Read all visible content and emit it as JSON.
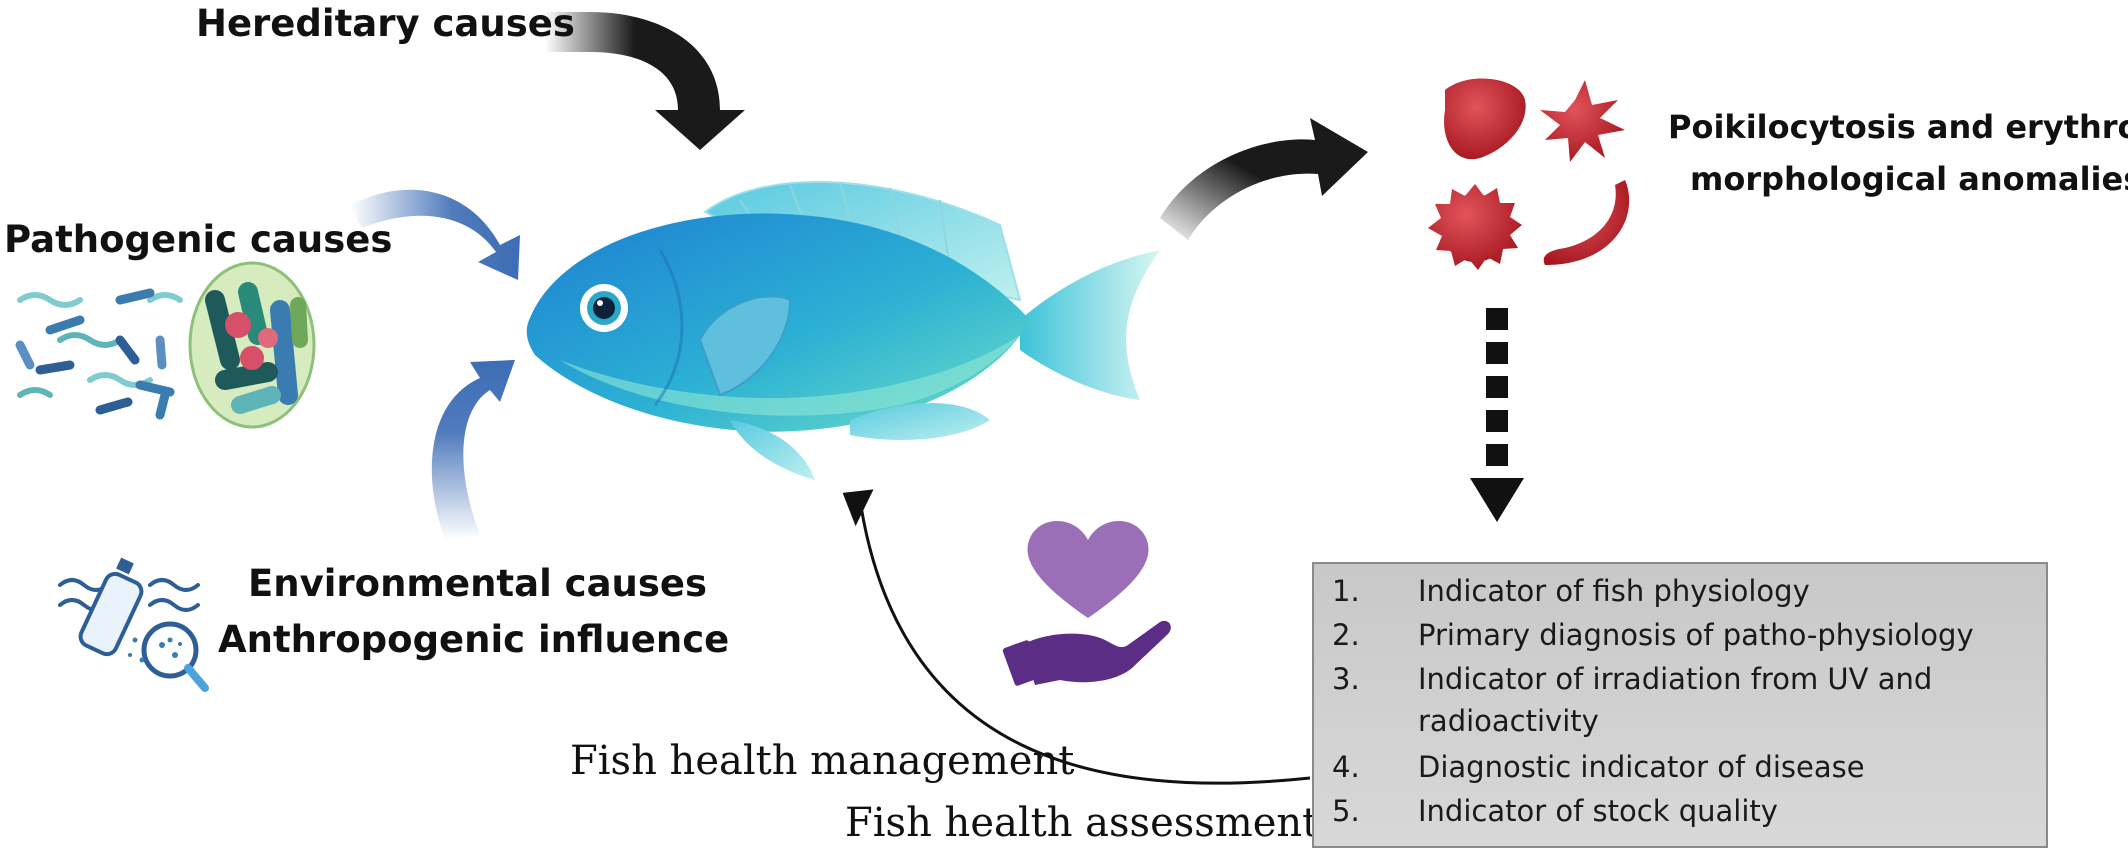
{
  "causes": {
    "hereditary": "Hereditary causes",
    "pathogenic": "Pathogenic causes",
    "environmental": "Environmental causes",
    "anthropogenic": "Anthropogenic influence"
  },
  "outcome": {
    "line1": "Poikilocytosis and erythro-",
    "line2": "morphological anomalies"
  },
  "management": {
    "management_label": "Fish health management",
    "assessment_label": "Fish health assessment"
  },
  "indicators": [
    {
      "num": "1.",
      "text": "Indicator of fish physiology"
    },
    {
      "num": "2.",
      "text": "Primary diagnosis of patho-physiology"
    },
    {
      "num": "3.",
      "text": "Indicator of irradiation from UV and"
    },
    {
      "num": "",
      "text": "radioactivity"
    },
    {
      "num": "4.",
      "text": "Diagnostic indicator of disease"
    },
    {
      "num": "5.",
      "text": "Indicator of stock quality"
    }
  ],
  "colors": {
    "black_arrow": "#1a1a1a",
    "blue_arrow": "#3d6db5",
    "fish_blue": "#1e8fd6",
    "fish_teal": "#4fd0c8",
    "rbc_red": "#c0222c",
    "heart_purple": "#9a6fb8",
    "hand_purple": "#5b2d84",
    "box_gray": "#d0d0d0"
  },
  "icons": [
    "bacteria-cluster-icon",
    "microplastic-bottle-icon",
    "magnifier-icon",
    "fish-illustration",
    "red-blood-cells-icon",
    "heart-in-hand-icon"
  ]
}
